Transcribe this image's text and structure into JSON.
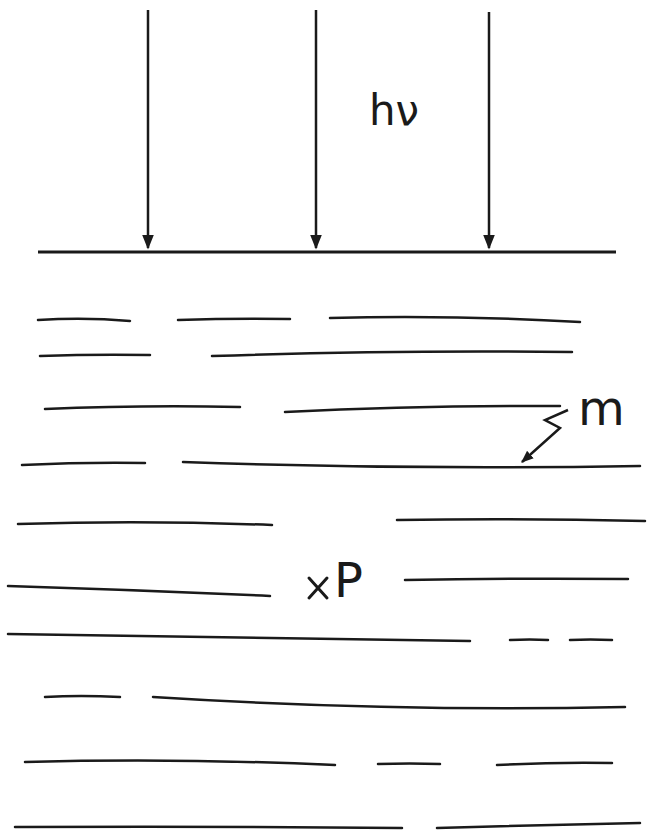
{
  "diagram": {
    "labels": [
      "hν",
      "m",
      "P"
    ]
  }
}
